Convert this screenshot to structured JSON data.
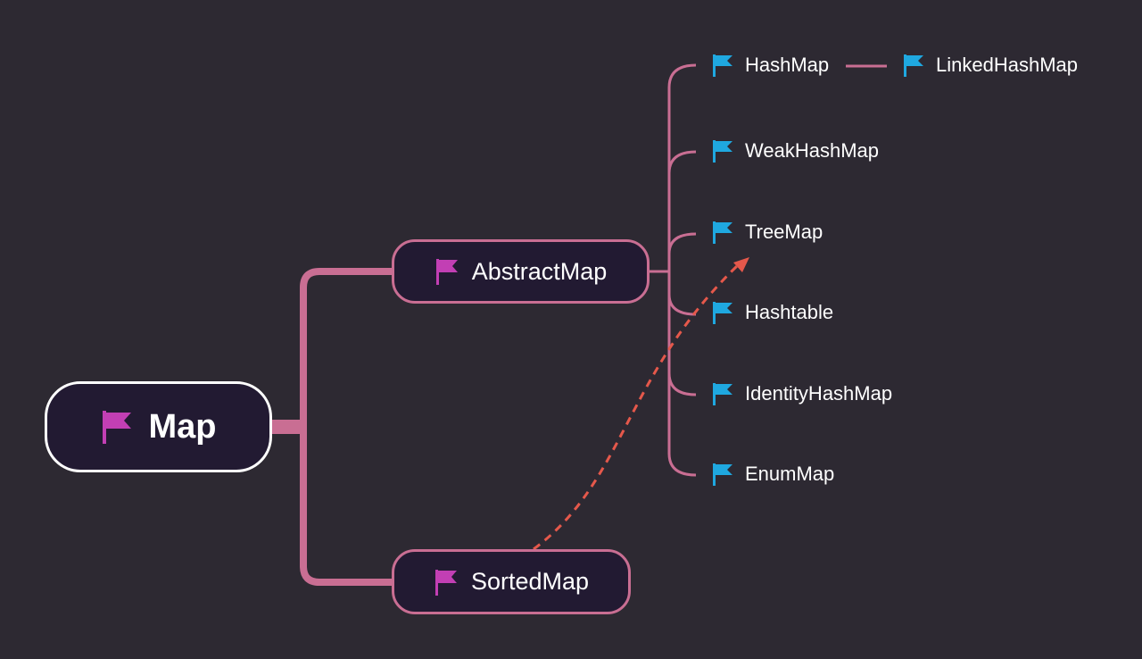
{
  "diagram": {
    "root": {
      "label": "Map"
    },
    "branches": [
      {
        "label": "AbstractMap"
      },
      {
        "label": "SortedMap"
      }
    ],
    "leaves": [
      {
        "label": "HashMap"
      },
      {
        "label": "LinkedHashMap"
      },
      {
        "label": "WeakHashMap"
      },
      {
        "label": "TreeMap"
      },
      {
        "label": "Hashtable"
      },
      {
        "label": "IdentityHashMap"
      },
      {
        "label": "EnumMap"
      }
    ]
  },
  "colors": {
    "background": "#2d2932",
    "node_fill": "#221a32",
    "connector": "#c96e93",
    "dashed_relation": "#e5584b",
    "flag_magenta": "#c23fb4",
    "flag_cyan": "#1fa8e0",
    "root_border": "#ffffff"
  },
  "icons": {
    "major_node": "flag-icon-magenta",
    "minor_node": "flag-icon-cyan"
  }
}
